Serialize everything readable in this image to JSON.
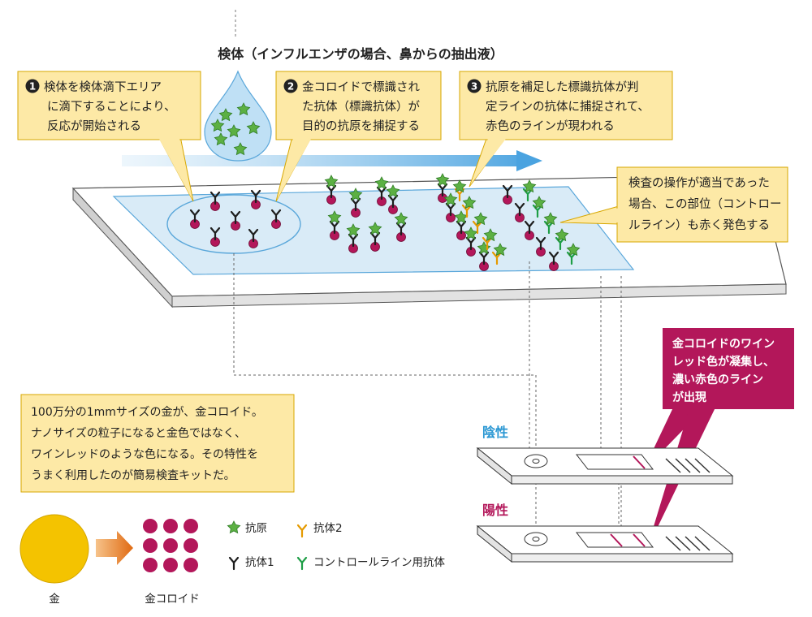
{
  "title": "検体（インフルエンザの場合、鼻からの抽出液）",
  "steps": [
    {
      "num": "1",
      "lines": [
        "検体を検体滴下エリア",
        "に滴下することにより、",
        "反応が開始される"
      ]
    },
    {
      "num": "2",
      "lines": [
        "金コロイドで標識され",
        "た抗体（標識抗体）が",
        "目的の抗原を捕捉する"
      ]
    },
    {
      "num": "3",
      "lines": [
        "抗原を補足した標識抗体が判",
        "定ラインの抗体に捕捉されて、",
        "赤色のラインが現われる"
      ]
    }
  ],
  "control_note": [
    "検査の操作が適当であった",
    "場合、この部位（コントロー",
    "ルライン）も赤く発色する"
  ],
  "red_note": [
    "金コロイドのワイン",
    "レッド色が凝集し、",
    "濃い赤色のライン",
    "が出現"
  ],
  "gold_note": [
    "100万分の1mmサイズの金が、金コロイド。",
    "ナノサイズの粒子になると金色ではなく、",
    "ワインレッドのような色になる。その特性を",
    "うまく利用したのが簡易検査キットだ。"
  ],
  "negative_label": "陰性",
  "positive_label": "陽性",
  "legend": {
    "antigen": "抗原",
    "antibody2": "抗体2",
    "antibody1": "抗体1",
    "control_antibody": "コントロールライン用抗体"
  },
  "gold_label": "金",
  "colloid_label": "金コロイド",
  "colors": {
    "callout_bg": "#fde9a6",
    "callout_border": "#d7a700",
    "strip_fill": "#d9ebf7",
    "wine": "#b3175a",
    "antigen": "#5cb043",
    "antibody2": "#e59a00",
    "control_antibody": "#1e9e46",
    "gold": "#f4c300",
    "negative": "#2a97d3"
  }
}
